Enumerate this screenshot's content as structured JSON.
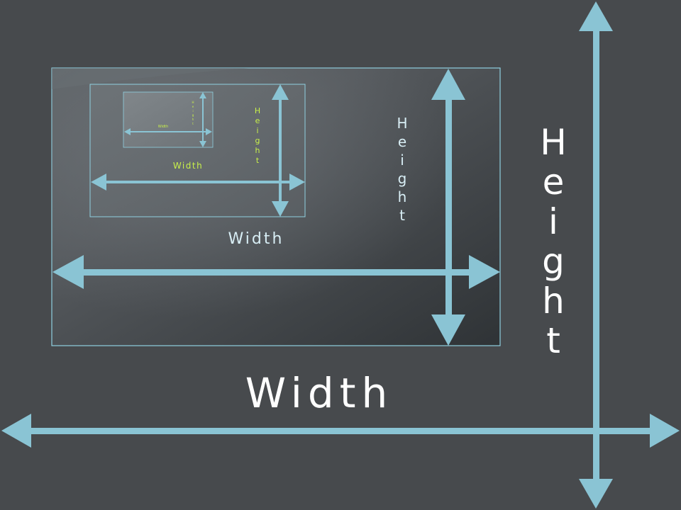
{
  "labels": {
    "width": "Width",
    "height": "Height"
  },
  "colors": {
    "background": "#474a4d",
    "arrow": "#8ac4d4",
    "label_white": "#ffffff",
    "label_blue": "#d8eef5",
    "label_yellow": "#c8f04a",
    "frame_border": "#8fd0e0"
  },
  "levels": [
    {
      "level": 1,
      "label_color": "white"
    },
    {
      "level": 2,
      "label_color": "light-blue"
    },
    {
      "level": 3,
      "label_color": "yellow-green"
    },
    {
      "level": 4,
      "label_color": "yellow-green"
    }
  ]
}
